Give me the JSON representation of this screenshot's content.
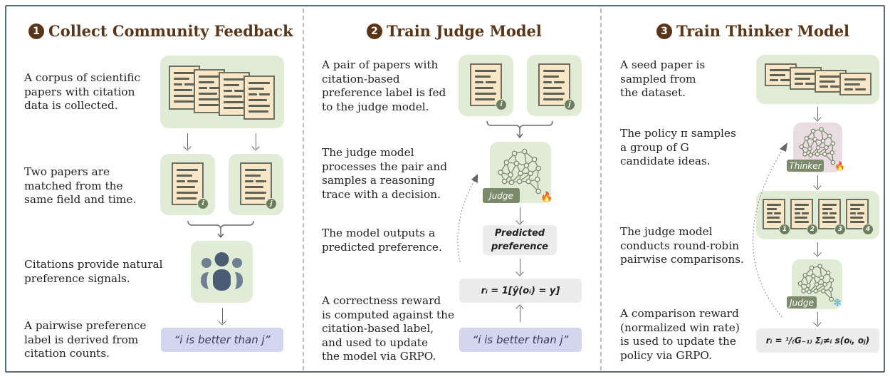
{
  "columns": [
    {
      "number": "1",
      "title": "Collect Community Feedback",
      "steps": [
        "A corpus of scientific\npapers with citation\ndata is collected.",
        "Two papers are\nmatched from the\nsame field and time.",
        "Citations provide natural\npreference signals.",
        "A pairwise preference\nlabel is derived from\ncitation counts."
      ],
      "pair_badges": [
        "i",
        "j"
      ],
      "preference_label": "“i is better than j”"
    },
    {
      "number": "2",
      "title": "Train Judge Model",
      "steps": [
        "A pair of papers with\ncitation-based\npreference label is fed\nto the judge model.",
        "The judge model\nprocesses the pair and\nsamples a reasoning\ntrace with a decision.",
        "The model outputs a\npredicted preference.",
        "A correctness reward\nis computed against the\ncitation-based label,\nand used to update\nthe model via GRPO."
      ],
      "pair_badges": [
        "i",
        "j"
      ],
      "model_tag": "Judge",
      "model_state_icon": "fire-icon",
      "predicted_line1": "Predicted",
      "predicted_line2": "preference",
      "reward_formula": "rᵢ = 1[ŷ(oᵢ) = y]",
      "preference_label": "“i is better than j”"
    },
    {
      "number": "3",
      "title": "Train Thinker Model",
      "steps": [
        "A seed paper is\nsampled from\nthe dataset.",
        "The policy π samples\na group of G\ncandidate ideas.",
        "The judge model\nconducts round-robin\npairwise comparisons.",
        "A comparison reward\n(normalized win rate)\nis used to update the\npolicy via GRPO."
      ],
      "policy_tag": "Thinker",
      "policy_state_icon": "fire-icon",
      "candidate_badges": [
        "1",
        "2",
        "3",
        "4"
      ],
      "judge_tag": "Judge",
      "judge_state_icon": "snowflake-icon",
      "reward_formula": "rᵢ = ¹/₍G₋₁₎ Σⱼ≠ᵢ s(oᵢ, oⱼ)"
    }
  ],
  "colors": {
    "title": "#5a3517",
    "panel_green": "#e0ecd5",
    "panel_pink": "#e9dde2",
    "label_purple": "#d4d5ef",
    "paper_fill": "#f8e6c6",
    "fire": "#d63a1e",
    "snow": "#49a8d8"
  }
}
